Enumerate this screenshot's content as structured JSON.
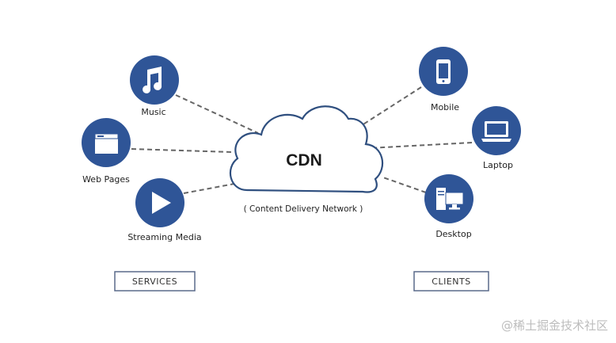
{
  "colors": {
    "node_fill": "#2f5597",
    "cloud_stroke": "#2f4f7f",
    "line": "#666666",
    "box_stroke": "#5a6a8a"
  },
  "cdn": {
    "title": "CDN",
    "subtitle": "( Content Delivery Network )"
  },
  "services": {
    "label": "SERVICES",
    "items": [
      {
        "label": "Music",
        "icon": "music-note-icon"
      },
      {
        "label": "Web Pages",
        "icon": "browser-window-icon"
      },
      {
        "label": "Streaming Media",
        "icon": "play-icon"
      }
    ]
  },
  "clients": {
    "label": "CLIENTS",
    "items": [
      {
        "label": "Mobile",
        "icon": "mobile-phone-icon"
      },
      {
        "label": "Laptop",
        "icon": "laptop-icon"
      },
      {
        "label": "Desktop",
        "icon": "desktop-computer-icon"
      }
    ]
  },
  "watermark": "@稀土掘金技术社区"
}
